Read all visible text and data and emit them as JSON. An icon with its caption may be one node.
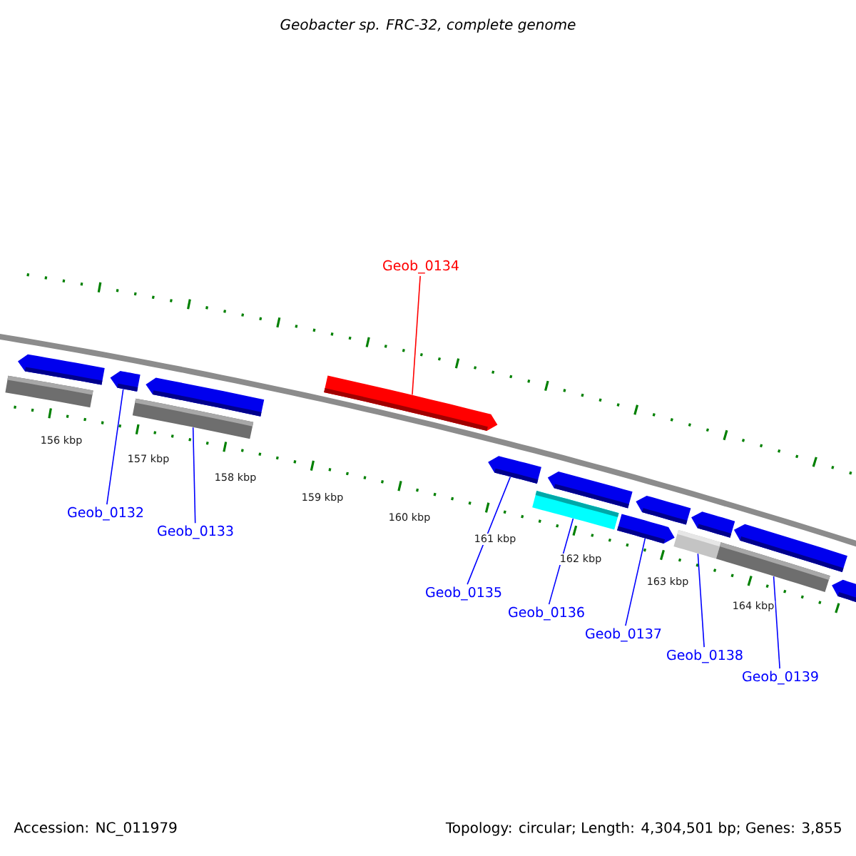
{
  "diagram": {
    "title": "Geobacter sp. FRC-32, complete genome",
    "nodes": [
      {
        "text": [
          "Geob_0132"
        ]
      },
      {
        "text": [
          "Geob_0133"
        ]
      },
      {
        "text": [
          "Geob_0134"
        ]
      },
      {
        "text": [
          "Geob_0135"
        ]
      },
      {
        "text": [
          "Geob_0136"
        ]
      },
      {
        "text": [
          "Geob_0137"
        ]
      },
      {
        "text": [
          "Geob_0138"
        ]
      },
      {
        "text": [
          "Geob_0139"
        ]
      },
      {
        "text": [],
        "shape": "bar"
      },
      {
        "text": [],
        "shape": "pentagon"
      },
      {
        "text": [],
        "shape": "pentagon"
      },
      {
        "text": [],
        "shape": "bar"
      },
      {
        "text": [],
        "shape": "pentagon"
      },
      {
        "text": [],
        "shape": "pentagon"
      },
      {
        "text": [],
        "shape": "pentagon"
      },
      {
        "text": [],
        "shape": "bar"
      },
      {
        "text": [],
        "shape": "pentagon"
      },
      {
        "text": [],
        "shape": "pentagon"
      },
      {
        "text": [],
        "shape": "pentagon"
      },
      {
        "text": [],
        "shape": "bar"
      },
      {
        "text": [],
        "shape": "pentagon"
      },
      {
        "text": [],
        "shape": "bar"
      },
      {
        "text": [],
        "shape": "pentagon"
      },
      {
        "text": [],
        "shape": "pentagon"
      }
    ],
    "edges": [
      {
        "from": 0,
        "to": 10,
        "arrow": "none"
      },
      {
        "from": 1,
        "to": 11,
        "arrow": "none"
      },
      {
        "from": 2,
        "to": 13,
        "arrow": "none",
        "color": "#ff0000"
      },
      {
        "from": 3,
        "to": 14,
        "arrow": "none"
      },
      {
        "from": 4,
        "to": 15,
        "arrow": "none"
      },
      {
        "from": 5,
        "to": 17,
        "arrow": "none"
      },
      {
        "from": 6,
        "to": 19,
        "arrow": "none"
      },
      {
        "from": 7,
        "to": 21,
        "arrow": "none"
      }
    ],
    "labels": [
      "156 kbp",
      "157 kbp",
      "158 kbp",
      "159 kbp",
      "160 kbp",
      "161 kbp",
      "162 kbp",
      "163 kbp",
      "164 kbp",
      "Accession: NC_011979",
      "Topology: circular; Length: 4,304,501 bp; Genes: 3,855"
    ]
  }
}
